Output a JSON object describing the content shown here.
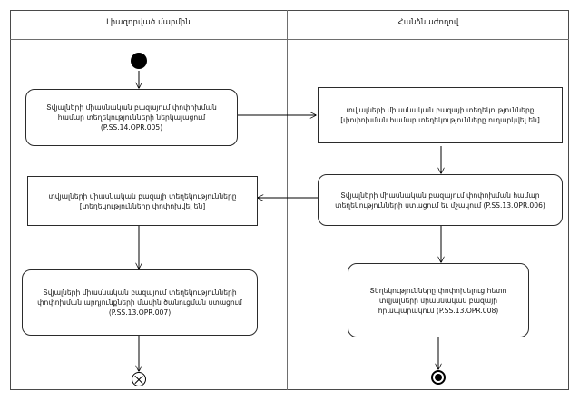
{
  "diagram": {
    "type": "uml-activity-diagram",
    "lanes": [
      {
        "id": "authorized-body",
        "title": "Լիազորված մարմին"
      },
      {
        "id": "commission",
        "title": "Հանձնաժողով"
      }
    ],
    "nodes": {
      "initial": {
        "kind": "initial-node",
        "lane": "authorized-body"
      },
      "action_opr005": {
        "kind": "action",
        "lane": "authorized-body",
        "text": "Տվյալների միասնական բազայում փոփոխման համար տեղեկությունների ներկայացում (P.SS.14.OPR.005)"
      },
      "object_sent": {
        "kind": "object",
        "lane": "commission",
        "text": "տվյալների միասնական բազայի տեղեկությունները [փոփոխման համար տեղեկությունները ուղարկվել են]"
      },
      "action_opr006": {
        "kind": "action",
        "lane": "commission",
        "text": "Տվյալների միասնական բազայում փոփոխման համար տեղեկությունների ստացում եւ մշակում (P.SS.13.OPR.006)"
      },
      "object_changed": {
        "kind": "object",
        "lane": "authorized-body",
        "text": "տվյալների միասնական բազայի տեղեկությունները [տեղեկությունները փոփոխվել են]"
      },
      "action_opr007": {
        "kind": "action",
        "lane": "authorized-body",
        "text": "Տվյալների միասնական բազայում տեղեկությունների փոփոխման արդյունքների մասին ծանուցման ստացում (P.SS.13.OPR.007)"
      },
      "action_opr008": {
        "kind": "action",
        "lane": "commission",
        "text": "Տեղեկությունները փոփոխելուց հետո տվյալների միասնական բազայի հրապարակում (P.SS.13.OPR.008)"
      },
      "flow_final": {
        "kind": "flow-final-node",
        "lane": "authorized-body"
      },
      "activity_final": {
        "kind": "activity-final-node",
        "lane": "commission"
      }
    },
    "edges": [
      {
        "from": "initial",
        "to": "action_opr005"
      },
      {
        "from": "action_opr005",
        "to": "object_sent"
      },
      {
        "from": "object_sent",
        "to": "action_opr006"
      },
      {
        "from": "action_opr006",
        "to": "object_changed"
      },
      {
        "from": "action_opr006",
        "to": "action_opr008"
      },
      {
        "from": "object_changed",
        "to": "action_opr007"
      },
      {
        "from": "action_opr007",
        "to": "flow_final"
      },
      {
        "from": "action_opr008",
        "to": "activity_final"
      }
    ],
    "colors": {
      "frame_stroke": "#4a4a4a",
      "lane_divider": "#6e6e6e",
      "node_stroke": "#2b2b2b",
      "edge_stroke": "#000000",
      "background": "#ffffff",
      "text": "#111111"
    }
  }
}
